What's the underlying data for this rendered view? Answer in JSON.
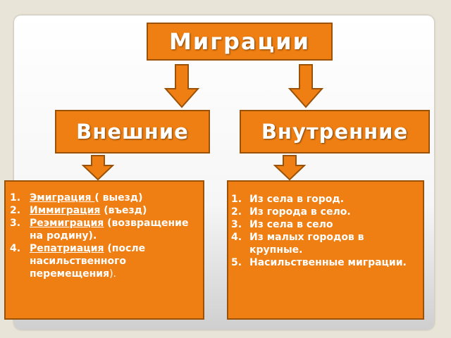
{
  "title": "Миграции",
  "categories": {
    "external": "Внешние",
    "internal": "Внутренние"
  },
  "external_list": [
    {
      "num": "1.",
      "term": "Эмиграция ",
      "rest": "( выезд)",
      "tail": ""
    },
    {
      "num": "2.",
      "term": "Иммиграция",
      "rest": " (въезд)",
      "tail": ""
    },
    {
      "num": "3.",
      "term": "Реэмиграция",
      "rest": " (возвращение на родину).",
      "tail": ""
    },
    {
      "num": "4.",
      "term": "Репатриация",
      "rest": " (после насильственного перемещения",
      "tail": ")."
    }
  ],
  "internal_list": [
    {
      "num": "1.",
      "text": "Из села в город."
    },
    {
      "num": "2.",
      "text": "Из города в село."
    },
    {
      "num": "3.",
      "text": "Из села в село"
    },
    {
      "num": "4.",
      "text": "Из малых городов в крупные."
    },
    {
      "num": "5.",
      "text": "Насильственные миграции."
    }
  ],
  "colors": {
    "box_fill": "#ef7f12",
    "box_border": "#9a5208",
    "text": "#ffffff"
  }
}
